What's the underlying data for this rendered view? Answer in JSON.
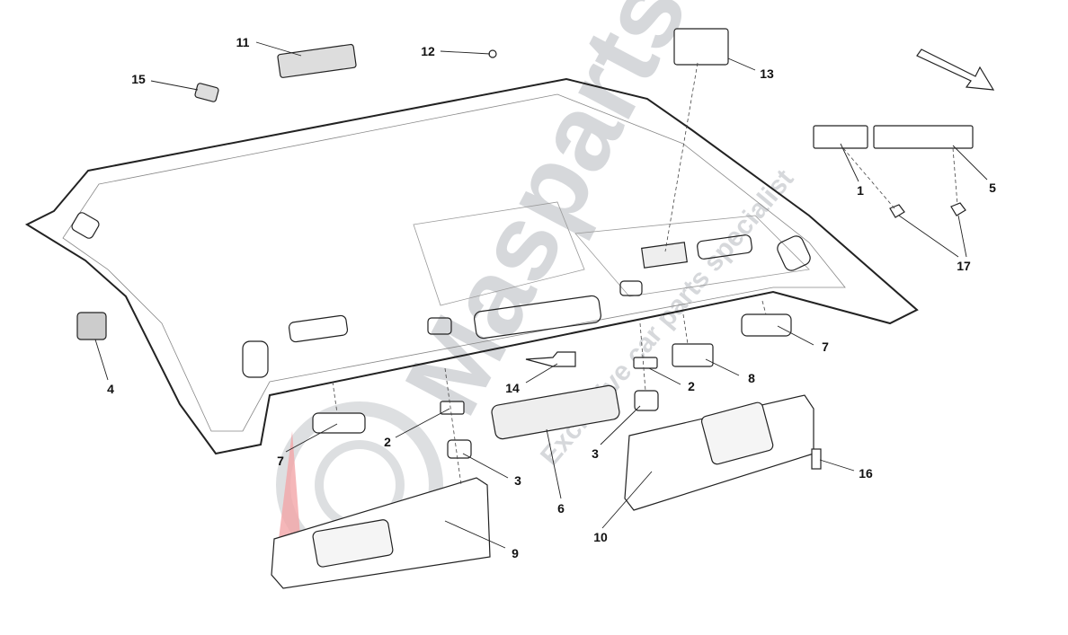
{
  "diagram": {
    "title": "Headliner and interior roof components",
    "watermark": {
      "brand": "Masparts",
      "tagline": "Exclusive car parts specialist"
    },
    "callouts": [
      {
        "id": "c11",
        "label": "11"
      },
      {
        "id": "c12",
        "label": "12"
      },
      {
        "id": "c13",
        "label": "13"
      },
      {
        "id": "c15",
        "label": "15"
      },
      {
        "id": "c1",
        "label": "1"
      },
      {
        "id": "c5",
        "label": "5"
      },
      {
        "id": "c17",
        "label": "17"
      },
      {
        "id": "c4",
        "label": "4"
      },
      {
        "id": "c7r",
        "label": "7"
      },
      {
        "id": "c8",
        "label": "8"
      },
      {
        "id": "c2r",
        "label": "2"
      },
      {
        "id": "c14",
        "label": "14"
      },
      {
        "id": "c2l",
        "label": "2"
      },
      {
        "id": "c3r",
        "label": "3"
      },
      {
        "id": "c7l",
        "label": "7"
      },
      {
        "id": "c3l",
        "label": "3"
      },
      {
        "id": "c16",
        "label": "16"
      },
      {
        "id": "c6",
        "label": "6"
      },
      {
        "id": "c9",
        "label": "9"
      },
      {
        "id": "c10",
        "label": "10"
      }
    ],
    "colors": {
      "line": "#222222",
      "accent": "#e8333a",
      "watermark": "#c9ccd0"
    }
  }
}
